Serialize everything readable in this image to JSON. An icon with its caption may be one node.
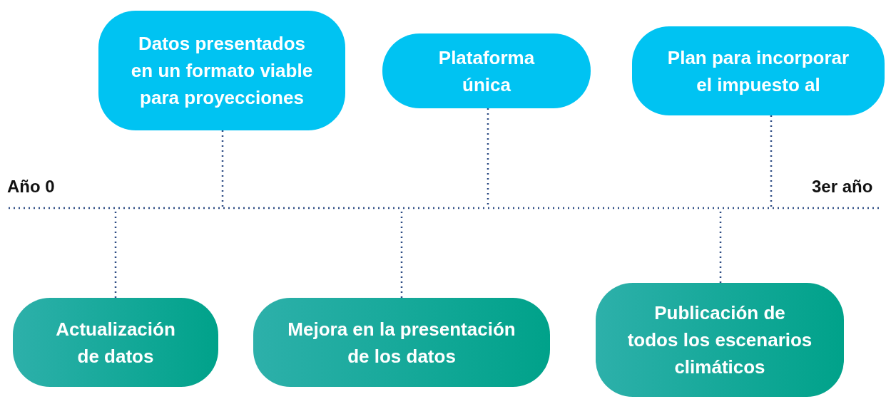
{
  "diagram": {
    "nodes": [
      {
        "text": [
          "Datos presentados en un formato viable para proyecciones"
        ]
      },
      {
        "text": [
          "Plataforma única"
        ]
      },
      {
        "text": [
          "Plan para incorporar el impuesto al"
        ]
      },
      {
        "text": [
          "Actualización de datos"
        ]
      },
      {
        "text": [
          "Mejora en la presentación de los datos"
        ]
      },
      {
        "text": [
          "Publicación de todos los escenarios climáticos"
        ]
      }
    ],
    "edges": [
      {
        "from": 0,
        "to": null,
        "arrow": "none"
      },
      {
        "from": 1,
        "to": null,
        "arrow": "none"
      },
      {
        "from": 2,
        "to": null,
        "arrow": "none"
      },
      {
        "from": 3,
        "to": null,
        "arrow": "none"
      },
      {
        "from": 4,
        "to": null,
        "arrow": "none"
      },
      {
        "from": 5,
        "to": null,
        "arrow": "none"
      }
    ],
    "labels": [
      "Año 0",
      "3er año"
    ]
  }
}
